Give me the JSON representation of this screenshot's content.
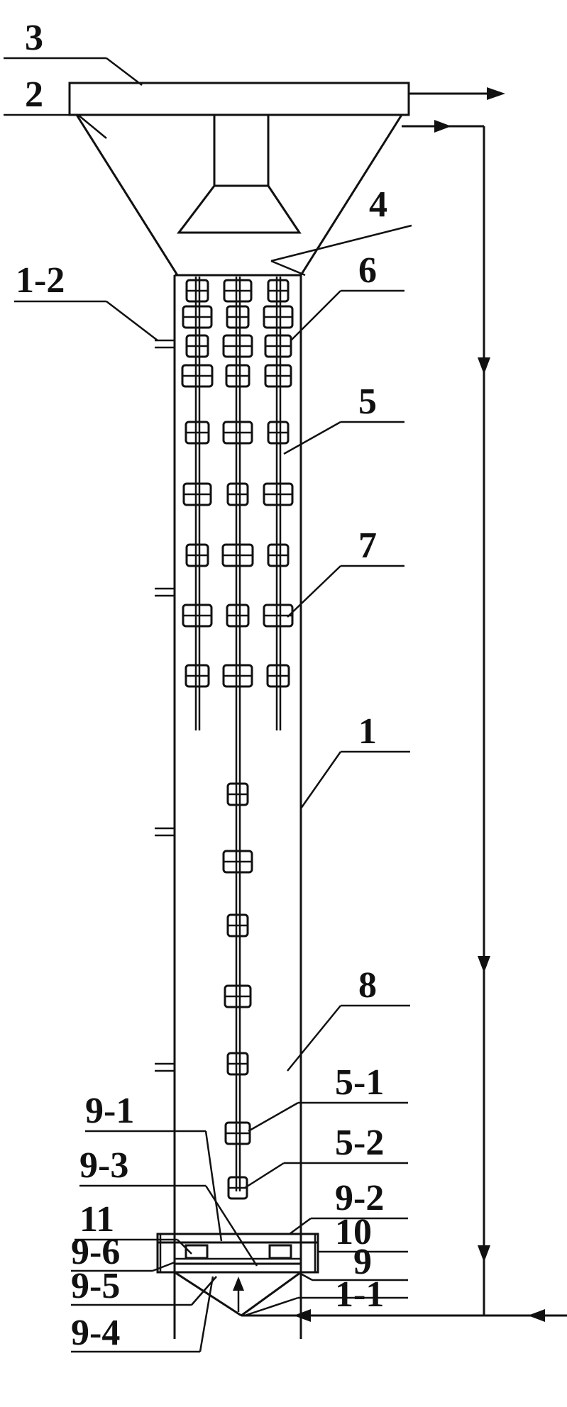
{
  "labels": {
    "l3": "3",
    "l2": "2",
    "l4": "4",
    "l1_2": "1-2",
    "l6": "6",
    "l5": "5",
    "l7": "7",
    "l1": "1",
    "l8": "8",
    "l5_1": "5-1",
    "l9_1": "9-1",
    "l5_2": "5-2",
    "l9_3": "9-3",
    "l9_2": "9-2",
    "l11": "11",
    "l10": "10",
    "l9_6": "9-6",
    "l9": "9",
    "l9_5": "9-5",
    "l1_1": "1-1",
    "l9_4": "9-4"
  }
}
